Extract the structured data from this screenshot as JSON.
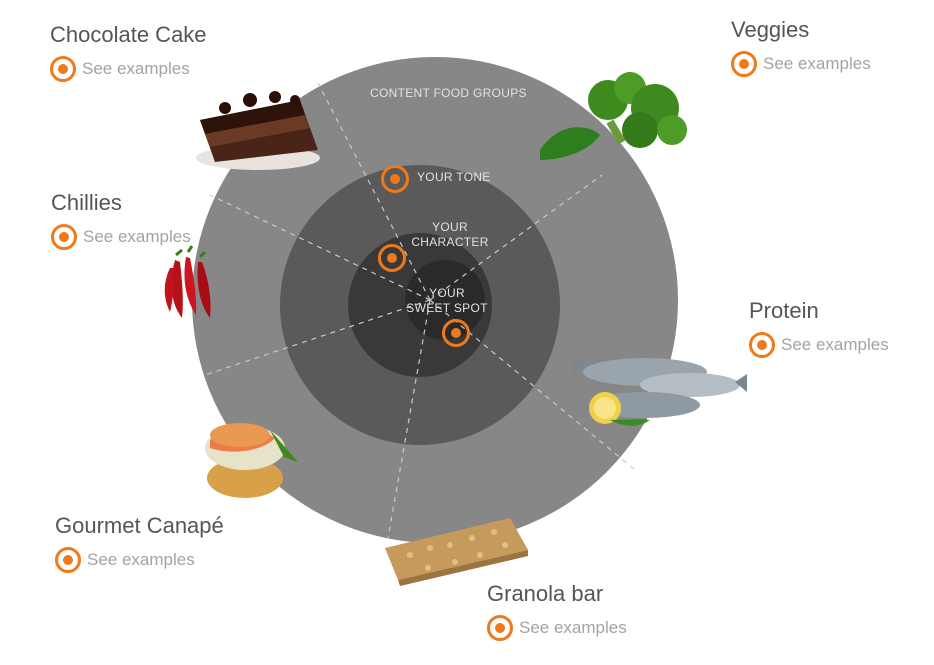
{
  "diagram": {
    "outer_ring_label": "CONTENT FOOD GROUPS",
    "tone_label": "YOUR TONE",
    "character_label_line1": "YOUR",
    "character_label_line2": "CHARACTER",
    "sweet_spot_line1": "YOUR",
    "sweet_spot_line2": "SWEET SPOT",
    "colors": {
      "outer": "#878787",
      "middle": "#5a5a5a",
      "inner": "#393939",
      "core": "#2a2a2a",
      "accent": "#f07a1a"
    }
  },
  "food_groups": [
    {
      "id": "chocolate-cake",
      "title": "Chocolate Cake",
      "link": "See examples"
    },
    {
      "id": "veggies",
      "title": "Veggies",
      "link": "See examples"
    },
    {
      "id": "chillies",
      "title": "Chillies",
      "link": "See examples"
    },
    {
      "id": "protein",
      "title": "Protein",
      "link": "See examples"
    },
    {
      "id": "gourmet-canape",
      "title": "Gourmet Canapé",
      "link": "See examples"
    },
    {
      "id": "granola-bar",
      "title": "Granola bar",
      "link": "See examples"
    }
  ],
  "icons": {
    "target": "target-icon",
    "cake": "chocolate-cake-image",
    "broccoli": "broccoli-image",
    "chilli": "chilli-image",
    "fish": "fish-image",
    "canape": "canape-image",
    "granola": "granola-bar-image"
  }
}
